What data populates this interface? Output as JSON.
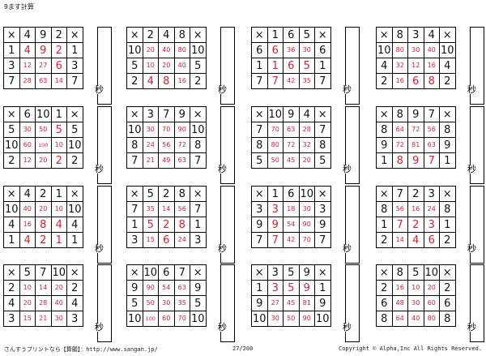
{
  "page_title": "9ます計算",
  "operator": "×",
  "seconds_label": "秒",
  "footer": {
    "left": "さんすうプリントなら【算願】：http://www.sangan.jp/",
    "page": "27/200",
    "right": "Copyright © Alpha,Inc All Rights Reserved."
  },
  "puzzles": [
    {
      "cols": [
        4,
        9,
        2
      ],
      "rows": [
        1,
        3,
        7
      ]
    },
    {
      "cols": [
        2,
        4,
        8
      ],
      "rows": [
        10,
        5,
        2
      ]
    },
    {
      "cols": [
        1,
        6,
        5
      ],
      "rows": [
        6,
        1,
        7
      ]
    },
    {
      "cols": [
        8,
        3,
        4
      ],
      "rows": [
        10,
        4,
        2
      ]
    },
    {
      "cols": [
        6,
        10,
        1
      ],
      "rows": [
        5,
        10,
        2
      ]
    },
    {
      "cols": [
        3,
        7,
        9
      ],
      "rows": [
        10,
        8,
        7
      ]
    },
    {
      "cols": [
        10,
        9,
        4
      ],
      "rows": [
        7,
        8,
        5
      ]
    },
    {
      "cols": [
        8,
        9,
        7
      ],
      "rows": [
        8,
        9,
        1
      ]
    },
    {
      "cols": [
        4,
        2,
        1
      ],
      "rows": [
        10,
        4,
        1
      ]
    },
    {
      "cols": [
        5,
        2,
        8
      ],
      "rows": [
        7,
        1,
        3
      ]
    },
    {
      "cols": [
        1,
        6,
        10
      ],
      "rows": [
        3,
        9,
        7
      ]
    },
    {
      "cols": [
        7,
        2,
        3
      ],
      "rows": [
        8,
        1,
        2
      ]
    },
    {
      "cols": [
        5,
        7,
        10
      ],
      "rows": [
        2,
        4,
        3
      ]
    },
    {
      "cols": [
        10,
        6,
        7
      ],
      "rows": [
        9,
        5,
        10
      ]
    },
    {
      "cols": [
        3,
        5,
        9
      ],
      "rows": [
        1,
        9,
        10
      ]
    },
    {
      "cols": [
        8,
        5,
        10
      ],
      "rows": [
        2,
        6,
        8
      ]
    }
  ]
}
